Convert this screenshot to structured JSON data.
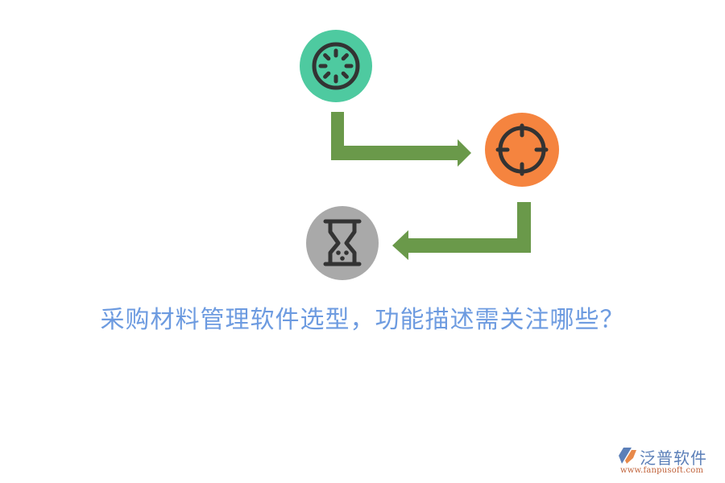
{
  "diagram": {
    "nodes": [
      {
        "id": "step-1",
        "icon": "loading-spinner-icon",
        "color": "#4ecaa0"
      },
      {
        "id": "step-2",
        "icon": "crosshair-target-icon",
        "color": "#f5843f"
      },
      {
        "id": "step-3",
        "icon": "hourglass-icon",
        "color": "#a9a9a9"
      }
    ],
    "edges": [
      {
        "from": "step-1",
        "to": "step-2",
        "shape": "elbow-arrow-right",
        "color": "#6a994a"
      },
      {
        "from": "step-2",
        "to": "step-3",
        "shape": "elbow-arrow-left",
        "color": "#6a994a"
      }
    ],
    "icon_stroke_color": "#333333"
  },
  "title": "采购材料管理软件选型，功能描述需关注哪些？",
  "logo": {
    "name": "泛普软件",
    "url": "www.fanpusoft.com"
  }
}
